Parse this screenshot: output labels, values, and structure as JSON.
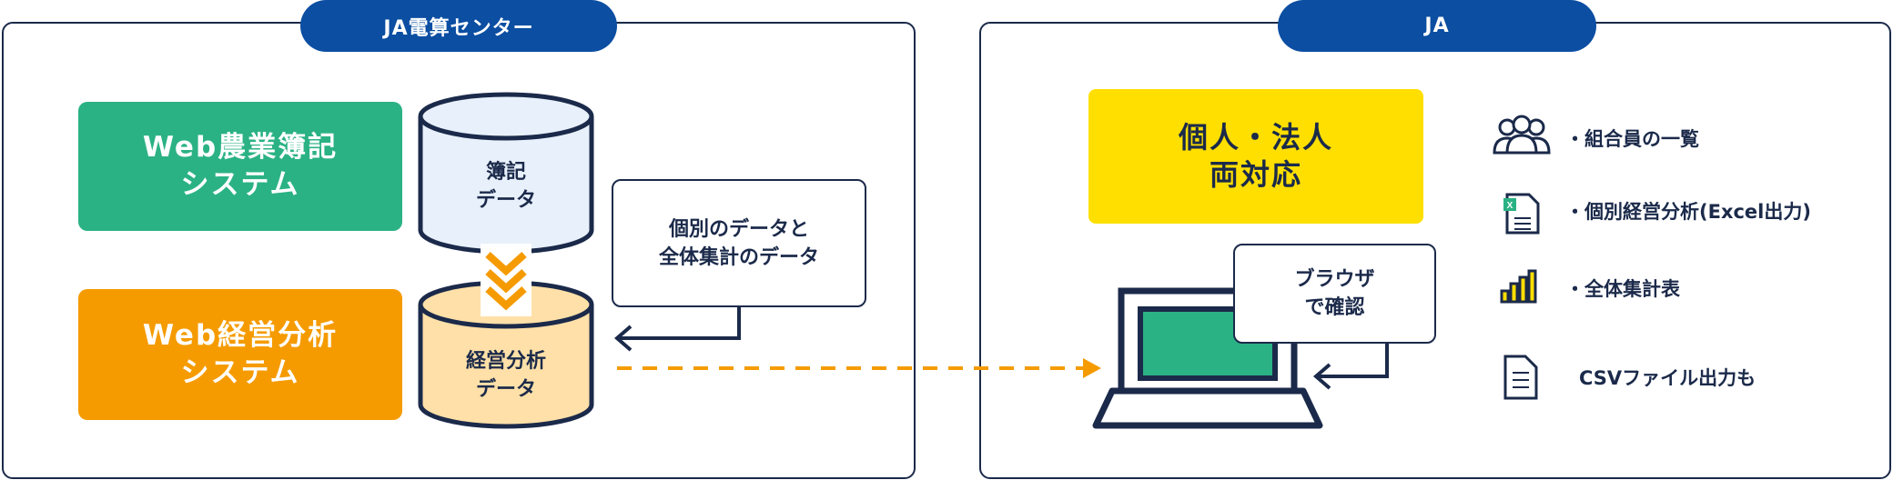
{
  "left_panel": {
    "title": "JA電算センター"
  },
  "right_panel": {
    "title": "JA"
  },
  "systems": {
    "web_boki": {
      "line1": "Web農業簿記",
      "line2": "システム",
      "color": "#2bb284"
    },
    "web_keiei": {
      "line1": "Web経営分析",
      "line2": "システム",
      "color": "#f59b00"
    }
  },
  "databases": {
    "boki": {
      "line1": "簿記",
      "line2": "データ",
      "fill": "#e8f0fb"
    },
    "keiei": {
      "line1": "経営分析",
      "line2": "データ",
      "fill": "#ffe0a8"
    }
  },
  "callout_data": {
    "line1": "個別のデータと",
    "line2": "全体集計のデータ"
  },
  "yellow_box": {
    "line1": "個人・法人",
    "line2": "両対応",
    "color": "#ffdf00"
  },
  "browser_callout": {
    "line1": "ブラウザ",
    "line2": "で確認"
  },
  "features": [
    {
      "icon": "group-icon",
      "text": "・組合員の一覧"
    },
    {
      "icon": "excel-file-icon",
      "text": "・個別経営分析(Excel出力)"
    },
    {
      "icon": "bar-chart-icon",
      "text": "・全体集計表"
    },
    {
      "icon": "document-icon",
      "text": "CSVファイル出力も"
    }
  ],
  "colors": {
    "navy": "#1b2a4a",
    "blue": "#0b4ea2",
    "orange": "#f59b00",
    "green": "#2bb284"
  }
}
